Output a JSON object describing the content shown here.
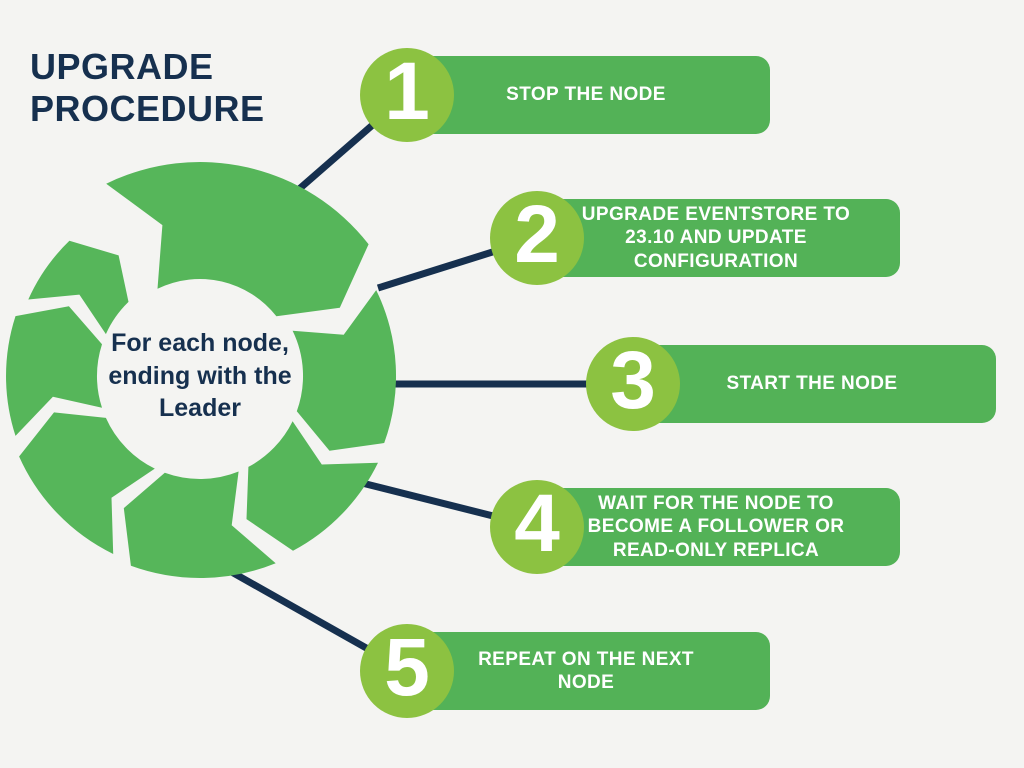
{
  "title": "UPGRADE\nPROCEDURE",
  "cycle": {
    "center_label": "For each node,\nending with the\nLeader"
  },
  "steps": [
    {
      "number": "1",
      "label": "STOP THE NODE"
    },
    {
      "number": "2",
      "label": "UPGRADE EVENTSTORE TO\n23.10 AND UPDATE\nCONFIGURATION"
    },
    {
      "number": "3",
      "label": "START THE NODE"
    },
    {
      "number": "4",
      "label": "WAIT FOR THE NODE TO\nBECOME A FOLLOWER OR\nREAD-ONLY REPLICA"
    },
    {
      "number": "5",
      "label": "REPEAT ON THE NEXT\nNODE"
    }
  ],
  "colors": {
    "background": "#f4f4f2",
    "navy": "#16304f",
    "bar_green": "#53b257",
    "ring_green": "#56b65a",
    "badge_green": "#8cc241",
    "text_white": "#ffffff"
  }
}
